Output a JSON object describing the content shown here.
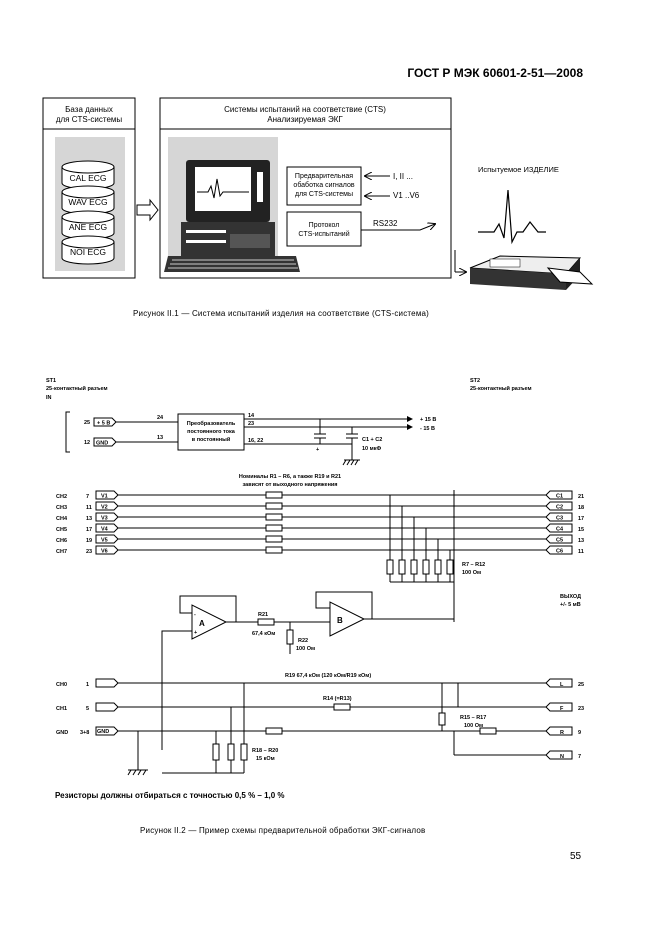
{
  "header": {
    "standard": "ГОСТ Р МЭК 60601-2-51—2008"
  },
  "figure1": {
    "db_title_line1": "База данных",
    "db_title_line2": "для CTS-системы",
    "db_items": [
      "CAL ECG",
      "WAV ECG",
      "ANE ECG",
      "NOI ECG"
    ],
    "sys_title_line1": "Системы испытаний на соответствие (CTS)",
    "sys_title_line2": "Анализируемая ЭКГ",
    "preproc_line1": "Предварительная",
    "preproc_line2": "обаботка сигналов",
    "preproc_line3": "для CTS-системы",
    "protocol_line1": "Протокол",
    "protocol_line2": "CTS-испытаний",
    "sig_i": "I, II ...",
    "sig_v": "V1  ..V6",
    "rs232": "RS232",
    "device_label": "Испытуемое ИЗДЕЛИЕ",
    "caption": "Рисунок  II.1 — Система испытаний изделия на соответствие (CTS-система)"
  },
  "figure2": {
    "st1_name": "ST1",
    "st1_desc": "25-контактный разъем",
    "st1_in": "IN",
    "st2_name": "ST2",
    "st2_desc": "25-контактный разъем",
    "conv_line1": "Преобразователь",
    "conv_line2": "постоянного тока",
    "conv_line3": "в постоянный",
    "pin25": "25",
    "pin25_label": "+ 5 B",
    "pin24": "24",
    "pin12": "12",
    "pin12_label": "GND",
    "pin13": "13",
    "out14": "14",
    "out23": "23",
    "out1622": "16, 22",
    "plus15": "+ 15 B",
    "minus15": "- 15 B",
    "c1c2": "C1 + C2",
    "c1c2_val": "10 мкФ",
    "c_plus": "+",
    "nominal_line1": "Номиналы R1 – R6, а также R19 и R21",
    "nominal_line2": "зависят от выходного напряжения",
    "channels": [
      {
        "ch": "CH2",
        "pin": "7",
        "in": "V1",
        "out": "C1",
        "opin": "21"
      },
      {
        "ch": "CH3",
        "pin": "11",
        "in": "V2",
        "out": "C2",
        "opin": "18"
      },
      {
        "ch": "CH4",
        "pin": "13",
        "in": "V3",
        "out": "C3",
        "opin": "17"
      },
      {
        "ch": "CH5",
        "pin": "17",
        "in": "V4",
        "out": "C4",
        "opin": "15"
      },
      {
        "ch": "CH6",
        "pin": "19",
        "in": "V5",
        "out": "C5",
        "opin": "13"
      },
      {
        "ch": "CH7",
        "pin": "23",
        "in": "V6",
        "out": "C6",
        "opin": "11"
      }
    ],
    "r7r12": "R7 – R12",
    "r7r12_val": "100 Ом",
    "out_line1": "ВЫХОД",
    "out_line2": "+/- 5 мB",
    "amp_a": "A",
    "amp_b": "B",
    "r21": "R21",
    "r21_val": "67,4 кОм",
    "r22": "R22",
    "r22_val": "100 Ом",
    "r19": "R19  67,4 кОм (120 кОм/R19 кОм)",
    "r14": "R14 (=R13)",
    "r15r17": "R15 – R17",
    "r15r17_val": "100 Ом",
    "r18r20": "R18 – R20",
    "r18r20_val": "15 кОм",
    "ch0": "CH0",
    "ch0_pin": "1",
    "ch0_out": "L",
    "ch0_opin": "25",
    "ch1": "CH1",
    "ch1_pin": "5",
    "ch1_out": "F",
    "ch1_opin": "23",
    "gnd": "GND",
    "gnd_pin": "3+8",
    "gnd_label": "GND",
    "r_out": "R",
    "r_opin": "9",
    "n_out": "N",
    "n_opin": "7",
    "note": "Резисторы должны отбираться с точностью 0,5 % – 1,0 %",
    "caption": "Рисунок  II.2 — Пример схемы предварительной обработки ЭКГ-сигналов"
  },
  "page_number": "55"
}
